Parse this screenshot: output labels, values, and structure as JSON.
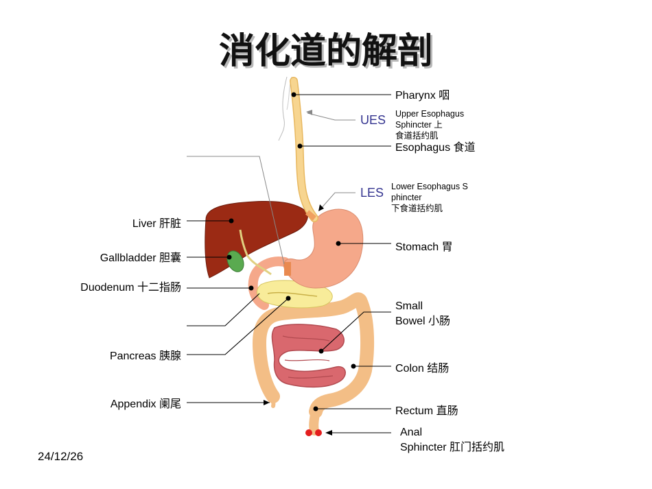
{
  "title": "消化道的解剖",
  "date": "24/12/26",
  "labels": {
    "pharynx": "Pharynx  咽",
    "ues": "UES",
    "ues_desc_1": "Upper Esophagus",
    "ues_desc_2": "Sphincter          上",
    "ues_desc_3": "食道括约肌",
    "esophagus": "Esophagus   食道",
    "les": "LES",
    "les_desc_1": "Lower Esophagus S",
    "les_desc_2": "phincter",
    "les_desc_3": "下食道括约肌",
    "liver": "Liver  肝脏",
    "gallbladder": "Gallbladder  胆囊",
    "duodenum": "Duodenum  十二指肠",
    "stomach": "Stomach  胃",
    "small_bowel_1": "Small",
    "small_bowel_2": "Bowel  小肠",
    "pancreas": "Pancreas 胰腺",
    "colon": "Colon  结肠",
    "appendix": "Appendix  阑尾",
    "rectum": "Rectum  直肠",
    "anal_1": "Anal",
    "anal_2": "Sphincter  肛门括约肌"
  },
  "colors": {
    "liver": "#9b2a14",
    "gallbladder": "#5aaa50",
    "esophagus": "#f7d590",
    "stomach": "#f5a88a",
    "intestine": "#d9686e",
    "colon": "#f3be86",
    "pancreas": "#f8ec9a",
    "anal": "#e41e1e",
    "label_blue": "#33338f"
  }
}
